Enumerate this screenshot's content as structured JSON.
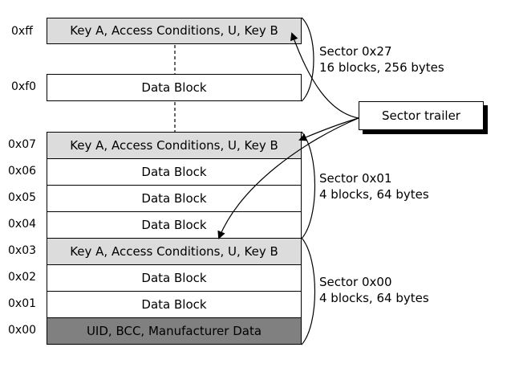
{
  "addresses": [
    "0xff",
    "0xf0",
    "0x07",
    "0x06",
    "0x05",
    "0x04",
    "0x03",
    "0x02",
    "0x01",
    "0x00"
  ],
  "blocks": {
    "trailer": "Key A, Access Conditions, U, Key B",
    "data": "Data Block",
    "manufacturer": "UID, BCC, Manufacturer Data"
  },
  "sectors": [
    {
      "name": "Sector 0x27",
      "desc": "16 blocks, 256 bytes"
    },
    {
      "name": "Sector 0x01",
      "desc": "4 blocks, 64 bytes"
    },
    {
      "name": "Sector 0x00",
      "desc": "4 blocks, 64 bytes"
    }
  ],
  "sector_trailer_label": "Sector trailer",
  "colors": {
    "trailer_fill": "#dcdcdc",
    "manufacturer_fill": "#808080",
    "data_fill": "#ffffff"
  }
}
